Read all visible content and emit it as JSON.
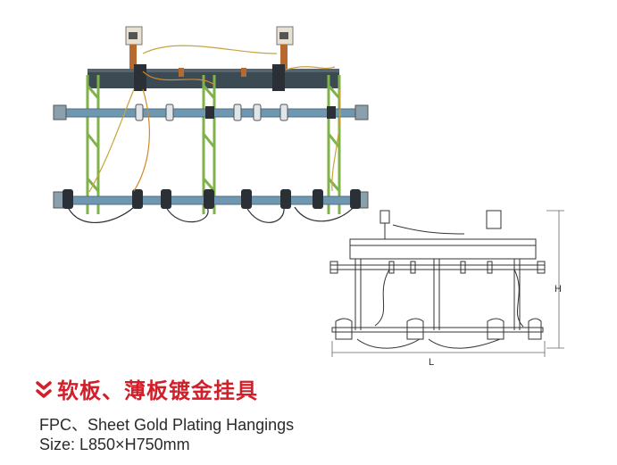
{
  "product": {
    "title_cn": "软板、薄板镀金挂具",
    "title_en": "FPC、Sheet Gold Plating Hangings",
    "size": "Size: L850×H750mm"
  },
  "drawing": {
    "dimension_height_label": "H",
    "dimension_length_label": "L"
  },
  "colors": {
    "accent": "#d21f2a",
    "frame_green": "#7fb24a",
    "rail_blue": "#6f97b0",
    "beam_dark": "#3c4a54",
    "clamp_dark": "#2a3036",
    "copper": "#b86a2e"
  },
  "icons": [
    "chevron-down-icon"
  ]
}
